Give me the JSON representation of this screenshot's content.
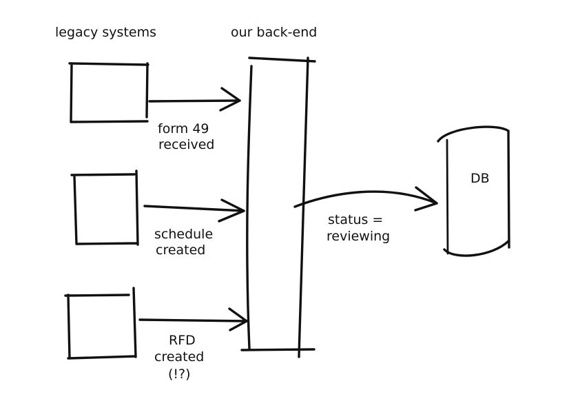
{
  "headings": {
    "legacy": "legacy systems",
    "backend": "our back-end"
  },
  "arrow_labels": {
    "form49_line1": "form 49",
    "form49_line2": "received",
    "schedule_line1": "schedule",
    "schedule_line2": "created",
    "rfd_line1": "RFD",
    "rfd_line2": "created",
    "rfd_line3": "(!?)",
    "status_line1": "status =",
    "status_line2": "reviewing"
  },
  "database": {
    "label": "DB"
  },
  "colors": {
    "ink": "#111111",
    "background": "#ffffff"
  }
}
